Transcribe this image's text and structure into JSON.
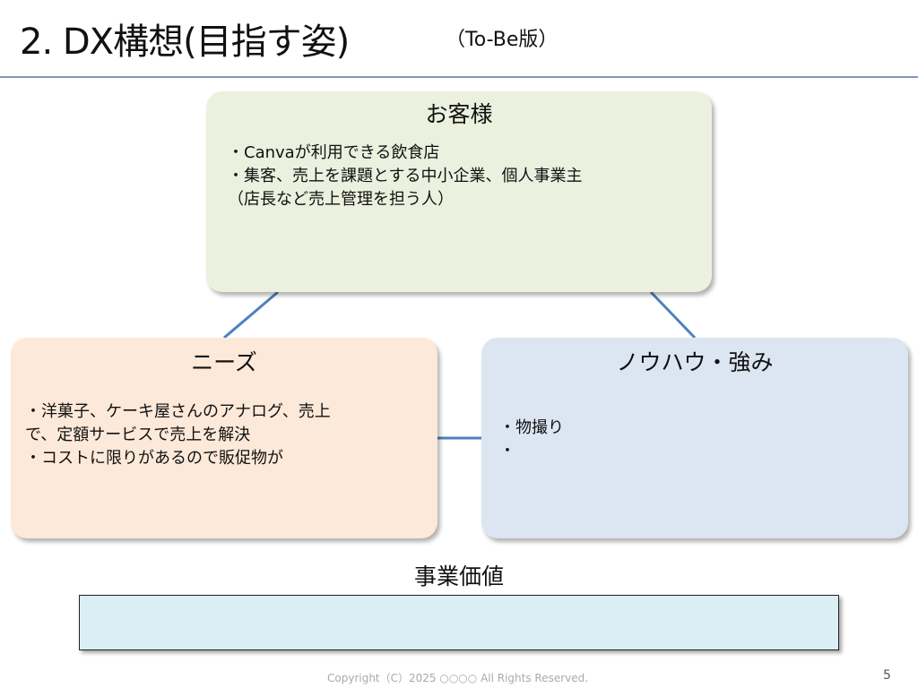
{
  "header": {
    "title": "2. DX構想(目指す姿)",
    "subtitle": "（To-Be版）"
  },
  "customer": {
    "heading": "お客様",
    "lines": [
      "・Canvaが利用できる飲食店",
      "・集客、売上を課題とする中小企業、個人事業主",
      "（店長など売上管理を担う人）"
    ]
  },
  "needs": {
    "heading": "ニーズ",
    "lines": [
      "・洋菓子、ケーキ屋さんのアナログ、売上",
      "で、定額サービスで売上を解決",
      "・コストに限りがあるので販促物が"
    ]
  },
  "knowhow": {
    "heading": "ノウハウ・強み",
    "lines": [
      "・物撮り",
      "・"
    ]
  },
  "value": {
    "heading": "事業価値",
    "content": ""
  },
  "footer": {
    "copyright": "Copyright（C）2025 ○○○○ All Rights Reserved.",
    "page": "5"
  },
  "colors": {
    "line": "#4f81bd",
    "customer": "#ebf1de",
    "needs": "#fde9d9",
    "knowhow": "#dce6f2",
    "value": "#daeef3"
  }
}
